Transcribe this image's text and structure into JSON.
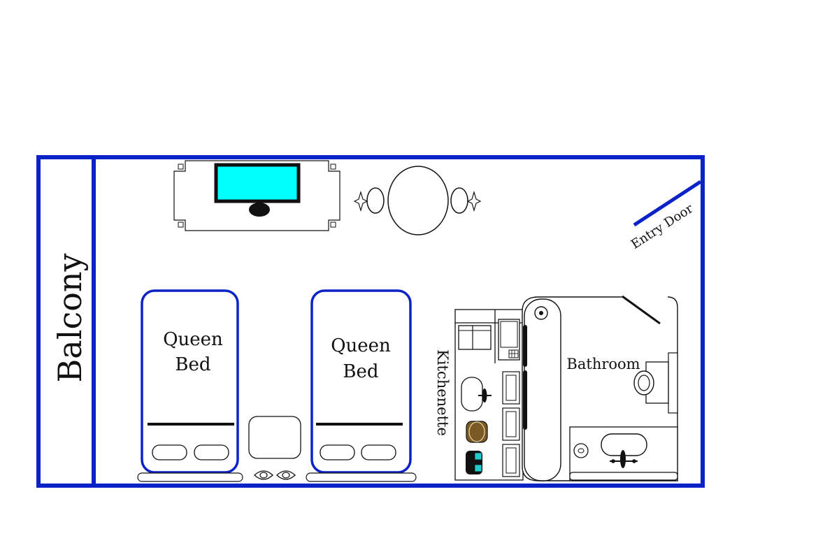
{
  "labels": {
    "balcony": "Balcony",
    "bed_1_line_1": "Queen",
    "bed_1_line_2": "Bed",
    "bed_2_line_1": "Queen",
    "bed_2_line_2": "Bed",
    "kitchenette": "Kitchenette",
    "bathroom": "Bathroom",
    "entry_door": "Entry Door"
  },
  "colors": {
    "wall": "#0b22c9",
    "screen": "#00ffff",
    "cabinet_accent": "#22cccc",
    "basket": "#7a5a22",
    "ink": "#111111"
  }
}
